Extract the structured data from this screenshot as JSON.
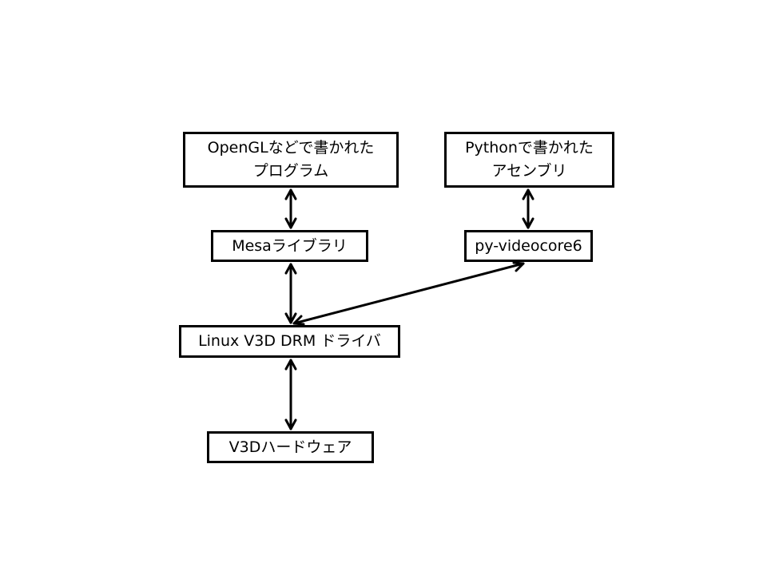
{
  "diagram": {
    "nodes": [
      {
        "id": "opengl-program",
        "lines": [
          "OpenGLなどで書かれた",
          "プログラム"
        ]
      },
      {
        "id": "python-assembler",
        "lines": [
          "Pythonで書かれた",
          "アセンブリ"
        ]
      },
      {
        "id": "mesa-library",
        "lines": [
          "Mesaライブラリ"
        ]
      },
      {
        "id": "py-videocore6",
        "lines": [
          "py-videocore6"
        ]
      },
      {
        "id": "linux-v3d-drm-driver",
        "lines": [
          "Linux V3D DRM ドライバ"
        ]
      },
      {
        "id": "v3d-hardware",
        "lines": [
          "V3Dハードウェア"
        ]
      }
    ],
    "edges": [
      {
        "from": "opengl-program",
        "to": "mesa-library",
        "direction": "both"
      },
      {
        "from": "python-assembler",
        "to": "py-videocore6",
        "direction": "both"
      },
      {
        "from": "mesa-library",
        "to": "linux-v3d-drm-driver",
        "direction": "both"
      },
      {
        "from": "py-videocore6",
        "to": "linux-v3d-drm-driver",
        "direction": "both"
      },
      {
        "from": "linux-v3d-drm-driver",
        "to": "v3d-hardware",
        "direction": "both"
      }
    ],
    "colors": {
      "stroke": "#000000",
      "background": "#ffffff"
    }
  }
}
